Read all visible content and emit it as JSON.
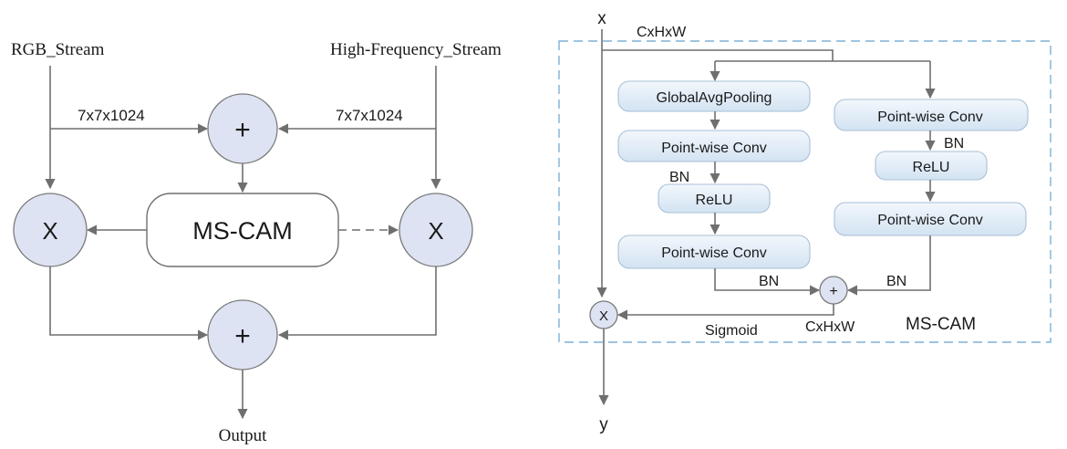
{
  "left": {
    "rgb_stream": "RGB_Stream",
    "hf_stream": "High-Frequency_Stream",
    "dim_left": "7x7x1024",
    "dim_right": "7x7x1024",
    "ms_cam": "MS-CAM",
    "plus_top": "+",
    "plus_bottom": "+",
    "mult_left": "X",
    "mult_right": "X",
    "output": "Output"
  },
  "right": {
    "x_in": "x",
    "y_out": "y",
    "dims_top": "CxHxW",
    "dims_bottom": "CxHxW",
    "global_avg_pooling": "GlobalAvgPooling",
    "pw_conv_l1": "Point-wise Conv",
    "bn_l1": "BN",
    "relu_l": "ReLU",
    "pw_conv_l2": "Point-wise Conv",
    "bn_l2": "BN",
    "pw_conv_r1": "Point-wise Conv",
    "bn_r1": "BN",
    "relu_r": "ReLU",
    "pw_conv_r2": "Point-wise Conv",
    "bn_r2": "BN",
    "plus": "+",
    "mult": "X",
    "sigmoid": "Sigmoid",
    "ms_cam_label": "MS-CAM"
  },
  "colors": {
    "node_fill": "#dde3f2",
    "pill_top": "#f2f7fc",
    "pill_bottom": "#d3e3f2",
    "dashed_border": "#7fb1d6",
    "line": "#6f6f6f"
  }
}
